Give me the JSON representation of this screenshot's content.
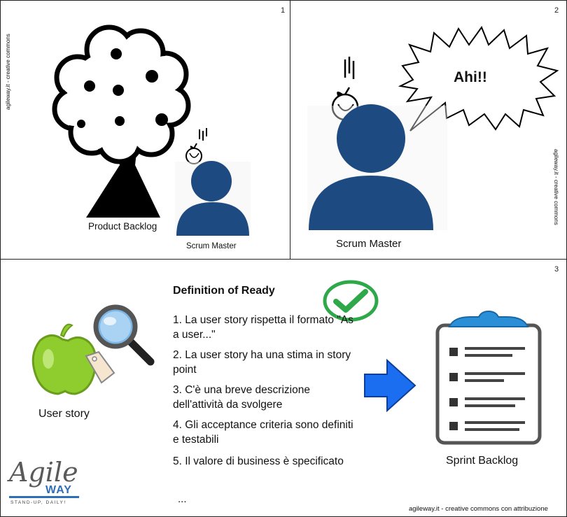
{
  "panels": [
    {
      "number": "1",
      "credit": "agileway.it - creative commons",
      "labels": {
        "tree": "Product Backlog",
        "person": "Scrum Master"
      }
    },
    {
      "number": "2",
      "credit": "agileway.it - creative commons",
      "speech": "Ahi!!",
      "labels": {
        "person": "Scrum Master"
      }
    },
    {
      "number": "3",
      "title": "Definition of Ready",
      "items": [
        "1. La user story rispetta il formato \"As a user...\"",
        "2. La user story ha una stima in story point",
        "3. C'è una breve descrizione dell'attività da svolgere",
        "4. Gli acceptance criteria sono definiti e testabili",
        "5. Il valore di business è specificato"
      ],
      "ellipsis": "...",
      "left_label": "User story",
      "right_label": "Sprint Backlog",
      "footer_credit": "agileway.it - creative commons con attribuzione",
      "logo": {
        "word": "Agile",
        "word2": "WAY",
        "tagline": "STAND-UP, DAILY!"
      }
    }
  ],
  "colors": {
    "person": "#1d4a80",
    "arrow": "#1b6ef0",
    "check": "#2fa84a",
    "apple": "#8fcc2d",
    "magnifier": "#7bb6e6",
    "clipboard_clip": "#2b8fd8"
  }
}
